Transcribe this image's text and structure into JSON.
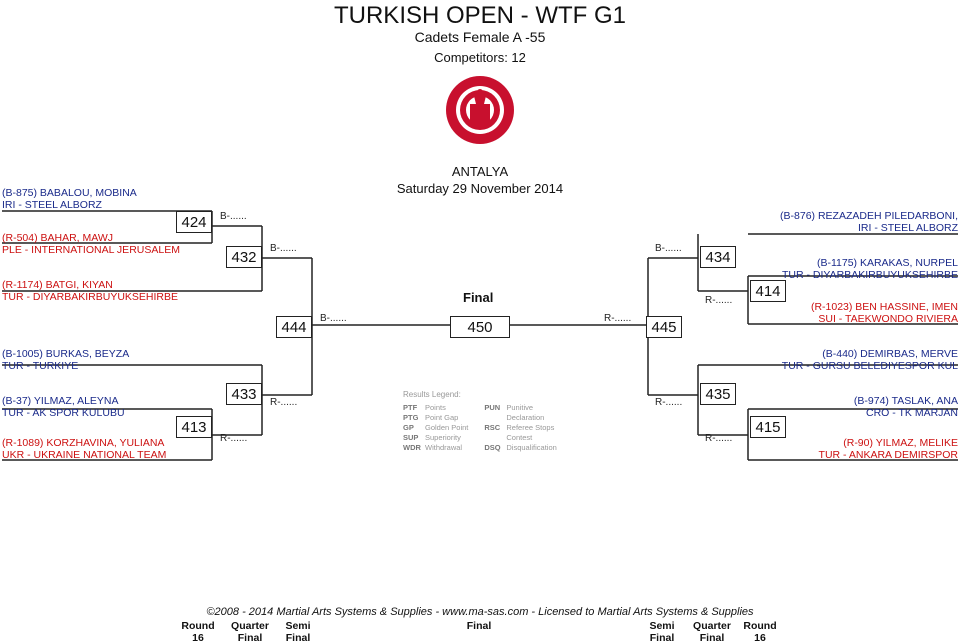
{
  "header": {
    "title": "TURKISH OPEN - WTF G1",
    "division": "Cadets Female A -55",
    "competitors": "Competitors: 12",
    "city": "ANTALYA",
    "date": "Saturday 29 November 2014"
  },
  "players": {
    "l1_name": "(B-875) BABALOU, MOBINA",
    "l1_club": "IRI - STEEL ALBORZ",
    "l2_name": "(R-504) BAHAR, MAWJ",
    "l2_club": "PLE - INTERNATIONAL JERUSALEM",
    "l3_name": "(R-1174) BATGI, KIYAN",
    "l3_club": "TUR - DIYARBAKIRBUYUKSEHIRBE",
    "l4_name": "(B-1005) BURKAS, BEYZA",
    "l4_club": "TUR - TURKIYE",
    "l5_name": "(B-37) YILMAZ, ALEYNA",
    "l5_club": "TUR - AK SPOR KULUBU",
    "l6_name": "(R-1089) KORZHAVINA, YULIANA",
    "l6_club": "UKR - UKRAINE NATIONAL TEAM",
    "r1_name": "(B-876) REZAZADEH PILEDARBONI,",
    "r1_club": "IRI - STEEL ALBORZ",
    "r2_name": "(B-1175) KARAKAS, NURPEL",
    "r2_club": "TUR - DIYARBAKIRBUYUKSEHIRBE",
    "r3_name": "(R-1023) BEN HASSINE, IMEN",
    "r3_club": "SUI - TAEKWONDO RIVIERA",
    "r4_name": "(B-440) DEMIRBAS, MERVE",
    "r4_club": "TUR - GURSU BELEDIYESPOR KUL",
    "r5_name": "(B-974) TASLAK, ANA",
    "r5_club": "CRO - TK MARJAN",
    "r6_name": "(R-90) YILMAZ, MELIKE",
    "r6_club": "TUR - ANKARA DEMIRSPOR"
  },
  "matches": {
    "m424": "424",
    "m432": "432",
    "m444": "444",
    "m450": "450",
    "m445": "445",
    "m434": "434",
    "m414": "414",
    "m413": "413",
    "m433": "433",
    "m435": "435",
    "m415": "415"
  },
  "results": {
    "blue": "B-......",
    "red": "R-......"
  },
  "final_label": "Final",
  "legend": {
    "title": "Results Legend:",
    "left": [
      {
        "code": "PTF",
        "text": "Points"
      },
      {
        "code": "PTG",
        "text": "Point Gap"
      },
      {
        "code": "GP",
        "text": "Golden Point"
      },
      {
        "code": "SUP",
        "text": "Superiority"
      },
      {
        "code": "WDR",
        "text": "Withdrawal"
      }
    ],
    "right": [
      {
        "code": "PUN",
        "text": "Punitive"
      },
      {
        "code": "",
        "text": "Declaration"
      },
      {
        "code": "RSC",
        "text": "Referee Stops"
      },
      {
        "code": "",
        "text": "Contest"
      },
      {
        "code": "DSQ",
        "text": "Disqualification"
      }
    ]
  },
  "copyright": "©2008 - 2014 Martial Arts Systems & Supplies - www.ma-sas.com - Licensed to Martial Arts Systems & Supplies",
  "footer": {
    "round16_a": "Round",
    "round16_b": "16",
    "quarter_a": "Quarter",
    "quarter_b": "Final",
    "semi_a": "Semi",
    "semi_b": "Final",
    "final": "Final"
  },
  "logo": {
    "icon": "turkiye-taekwondo-federasyonu-logo",
    "color": "#c8102e"
  }
}
